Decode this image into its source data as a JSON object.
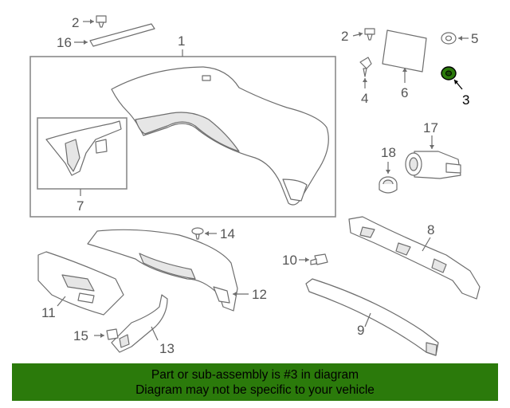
{
  "diagram": {
    "highlight_color": "#2b7a0b",
    "callouts": [
      {
        "id": "c1",
        "label": "1"
      },
      {
        "id": "c2a",
        "label": "2"
      },
      {
        "id": "c2b",
        "label": "2"
      },
      {
        "id": "c3",
        "label": "3",
        "highlighted": true
      },
      {
        "id": "c4",
        "label": "4"
      },
      {
        "id": "c5",
        "label": "5"
      },
      {
        "id": "c6",
        "label": "6"
      },
      {
        "id": "c7",
        "label": "7"
      },
      {
        "id": "c8",
        "label": "8"
      },
      {
        "id": "c9",
        "label": "9"
      },
      {
        "id": "c10",
        "label": "10"
      },
      {
        "id": "c11",
        "label": "11"
      },
      {
        "id": "c12",
        "label": "12"
      },
      {
        "id": "c13",
        "label": "13"
      },
      {
        "id": "c14",
        "label": "14"
      },
      {
        "id": "c15",
        "label": "15"
      },
      {
        "id": "c16",
        "label": "16"
      },
      {
        "id": "c17",
        "label": "17"
      },
      {
        "id": "c18",
        "label": "18"
      }
    ]
  },
  "banner": {
    "line1": "Part or sub-assembly is #3 in diagram",
    "line2": "Diagram may not be specific to your vehicle",
    "background": "#2b7a0b"
  }
}
